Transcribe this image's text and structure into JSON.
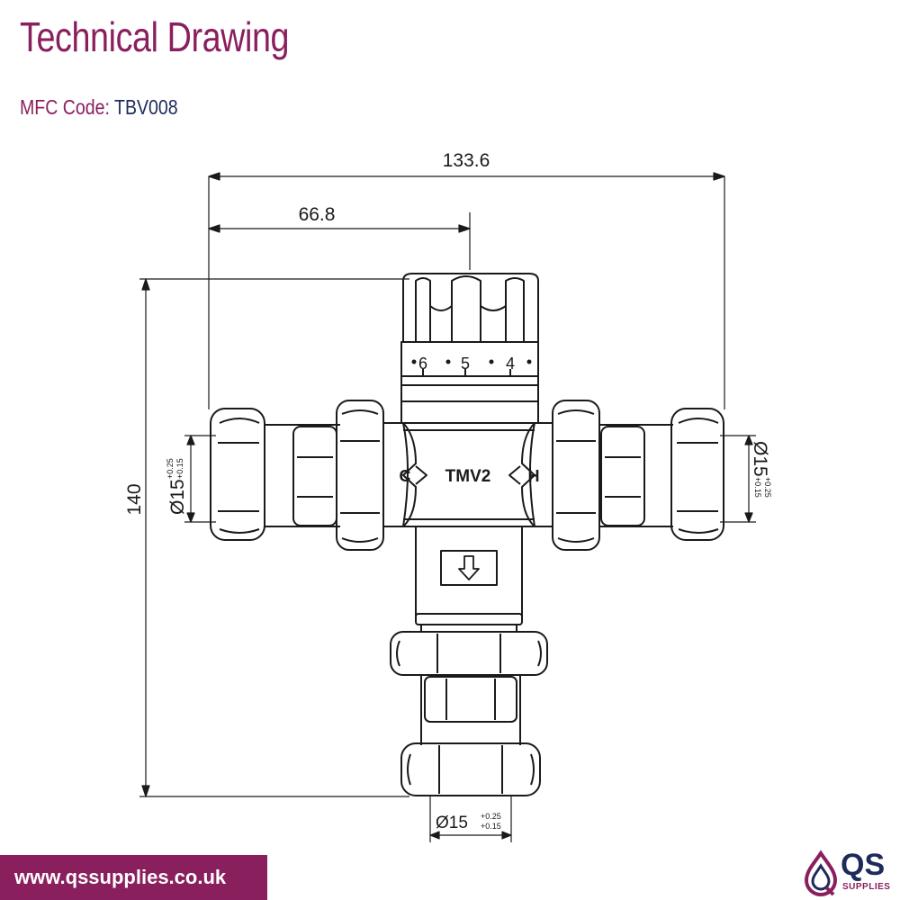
{
  "header": {
    "title": "Technical Drawing",
    "mfc_label": "MFC Code: ",
    "mfc_code": "TBV008"
  },
  "drawing": {
    "dim_overall_width": "133.6",
    "dim_half_width": "66.8",
    "dim_height": "140",
    "port_diameter": "Ø15",
    "tol_upper": "+0.25",
    "tol_lower": "+0.15",
    "dial_marks": [
      "6",
      "5",
      "4"
    ],
    "body_label": "TMV2",
    "cold_label": "C",
    "hot_label": "H"
  },
  "footer": {
    "url": "www.qssupplies.co.uk",
    "logo_text": "QS",
    "logo_sub": "SUPPLIES"
  },
  "colors": {
    "brand": "#8a1f5e",
    "navy": "#1e2a5a"
  }
}
